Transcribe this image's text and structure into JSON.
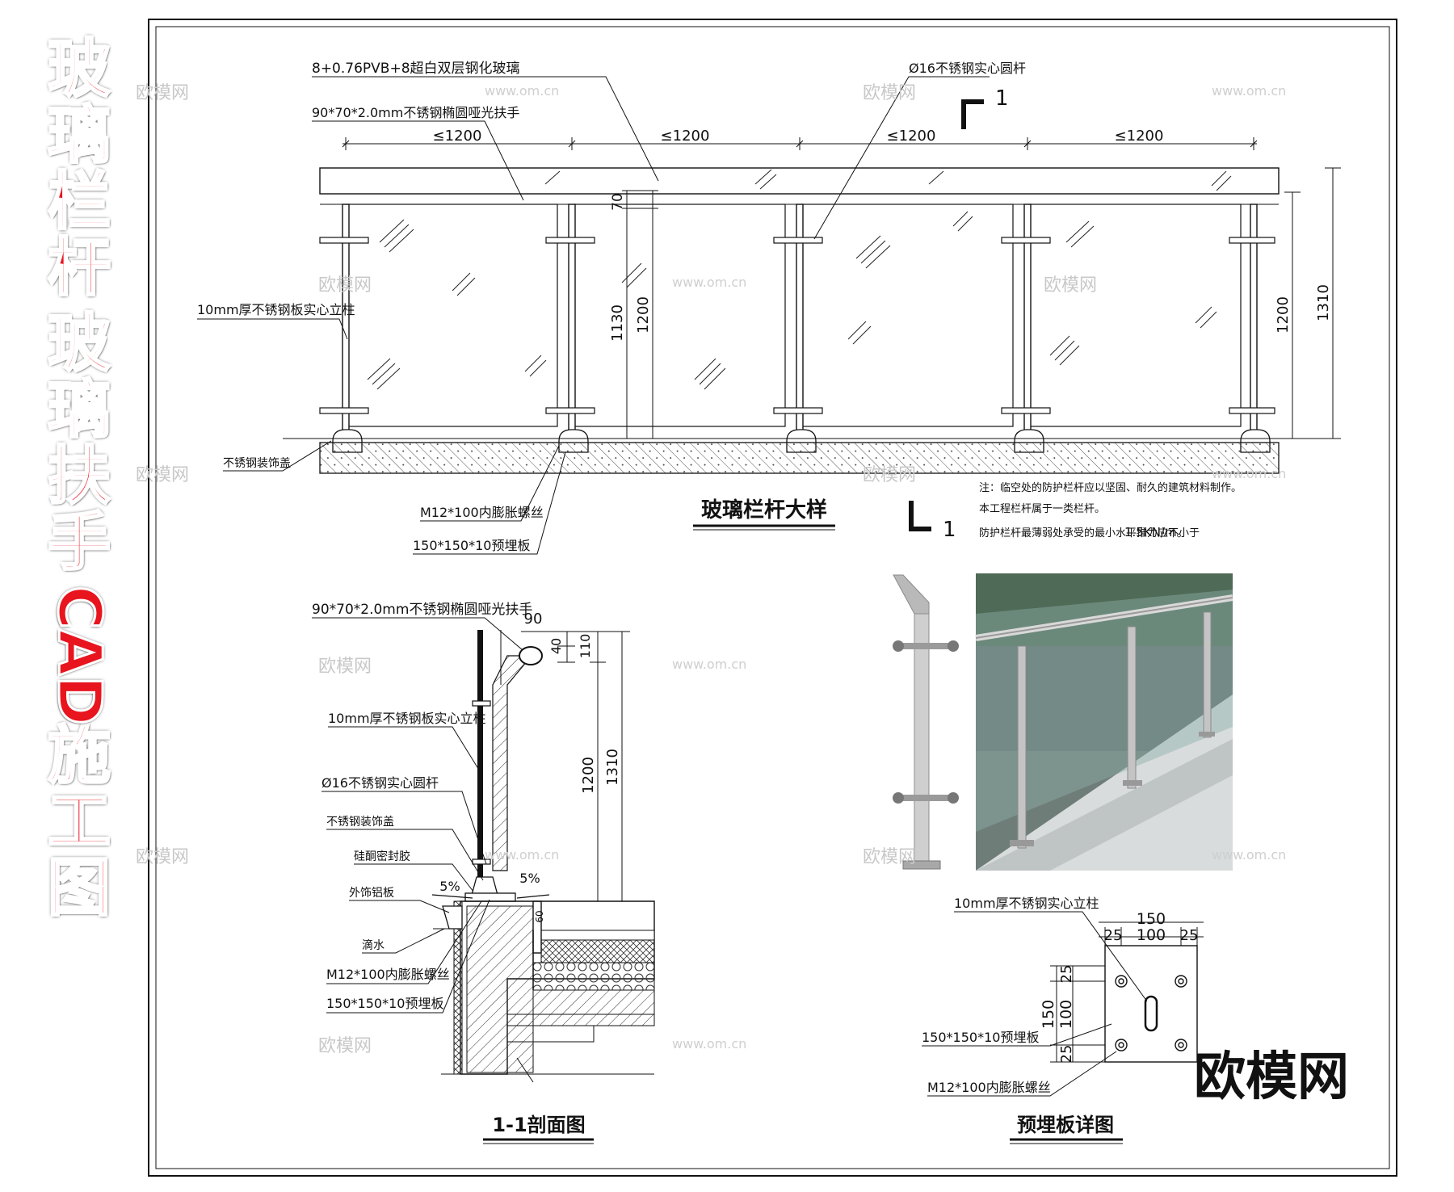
{
  "title_vertical": {
    "part1": [
      "玻",
      "璃",
      "栏",
      "杆"
    ],
    "part2": [
      "玻",
      "璃",
      "扶",
      "手"
    ],
    "part3": [
      "CAD",
      "施",
      "工",
      "图"
    ]
  },
  "colors": {
    "title_red": "#e8141e",
    "line": "#111111",
    "watermark": "#c8c8c8"
  },
  "elevation": {
    "label_glass": "8+0.76PVB+8超白双层钢化玻璃",
    "label_rod": "Ø16不锈钢实心圆杆",
    "label_handrail": "90*70*2.0mm不锈钢椭圆哑光扶手",
    "spans": [
      "≤1200",
      "≤1200",
      "≤1200",
      "≤1200"
    ],
    "label_post": "10mm厚不锈钢板实心立柱",
    "label_cover": "不锈钢装饰盖",
    "label_bolt": "M12*100内膨胀螺丝",
    "label_plate": "150*150*10预埋板",
    "dim_70": "70",
    "dim_1130": "1130",
    "dim_1200_left": "1200",
    "dim_1200_right": "1200",
    "dim_1310": "1310",
    "section_mark": "1",
    "title": "玻璃栏杆大样"
  },
  "notes": {
    "line1": "注：临空处的防护栏杆应以坚固、耐久的建筑材料制作。",
    "line2": "本工程栏杆属于一类栏杆。",
    "line3": "防护栏杆最薄弱处承受的最小水平推力应不小于",
    "value": "1.5KN/m。"
  },
  "section": {
    "label_handrail": "90*70*2.0mm不锈钢椭圆哑光扶手",
    "dim_90": "90",
    "dim_40": "40",
    "dim_110": "110",
    "label_post": "10mm厚不锈钢板实心立柱",
    "label_rod": "Ø16不锈钢实心圆杆",
    "label_cover": "不锈钢装饰盖",
    "label_sealant": "硅酮密封胶",
    "label_alu": "外饰铝板",
    "label_drip": "滴水",
    "label_bolt": "M12*100内膨胀螺丝",
    "label_plate": "150*150*10预埋板",
    "slope_left": "5%",
    "slope_right": "5%",
    "dim_1200": "1200",
    "dim_1310": "1310",
    "dim_60": "60",
    "title": "1-1剖面图"
  },
  "plate": {
    "label_post": "10mm厚不锈钢实心立柱",
    "dim_150_top": "150",
    "dim_25a": "25",
    "dim_100_top": "100",
    "dim_25b": "25",
    "dim_25c": "25",
    "dim_100_side": "100",
    "dim_150_side": "150",
    "dim_25d": "25",
    "label_plate": "150*150*10预埋板",
    "label_bolt": "M12*100内膨胀螺丝",
    "title": "预埋板详图"
  },
  "watermarks": {
    "brand": "欧模网",
    "url": "www.om.cn",
    "big_brand": "欧模网"
  }
}
